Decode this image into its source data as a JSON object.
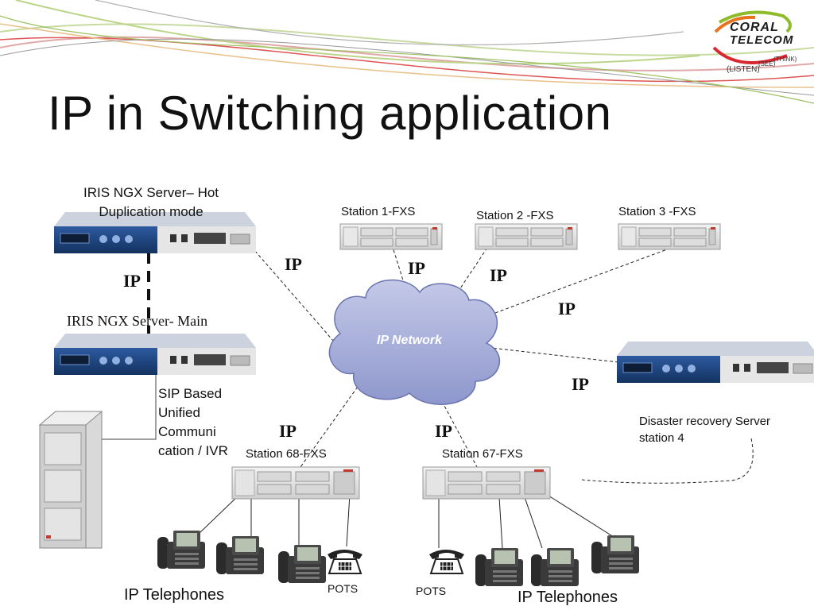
{
  "title": "IP in  Switching application",
  "logo": {
    "line1": "CORAL",
    "line2": "TELECOM",
    "tagline_listen": "(LISTEN)",
    "tagline_see": "(SEE)",
    "tagline_think": "(THINK)",
    "brand_colors": [
      "#e8731c",
      "#8dbb2a",
      "#d8282f",
      "#1c1c1c"
    ]
  },
  "labels": {
    "hot_server": "IRIS NGX Server– Hot\nDuplication mode",
    "main_server": "IRIS NGX Server- Main",
    "sip": "SIP Based Unified Communi cation / IVR",
    "station1": "Station 1-FXS",
    "station2": "Station 2 -FXS",
    "station3": "Station 3 -FXS",
    "station68": "Station 68-FXS",
    "station67": "Station 67-FXS",
    "dr_server": "Disaster recovery Server station 4",
    "ip_network": "IP Network",
    "ip_phones_left": "IP Telephones",
    "ip_phones_right": "IP Telephones",
    "pots_left": "POTS",
    "pots_right": "POTS"
  },
  "ip_labels": [
    "IP",
    "IP",
    "IP",
    "IP",
    "IP",
    "IP",
    "IP",
    "IP"
  ],
  "colors": {
    "server_blue": "#1c3f7c",
    "cloud_fill": "#aab2dc",
    "cloud_stroke": "#5e6aa8"
  }
}
